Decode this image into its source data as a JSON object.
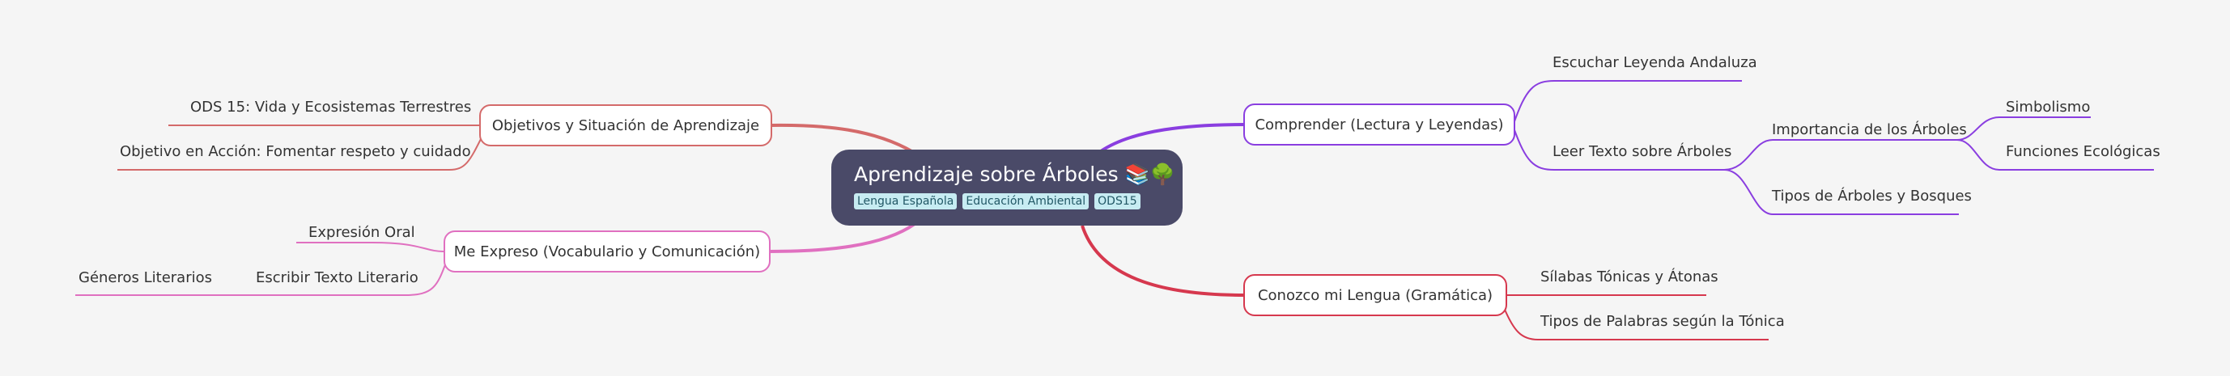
{
  "root": {
    "title": "Aprendizaje sobre Árboles 📚🌳",
    "tags": [
      "Lengua Española",
      "Educación Ambiental",
      "ODS15"
    ]
  },
  "branches": {
    "objetivos": {
      "label": "Objetivos y Situación de Aprendizaje",
      "color": "#d46a6a",
      "children": [
        "ODS 15: Vida y Ecosistemas Terrestres",
        "Objetivo en Acción: Fomentar respeto y cuidado"
      ]
    },
    "expreso": {
      "label": "Me Expreso (Vocabulario y Comunicación)",
      "color": "#e070c0",
      "children": [
        "Expresión Oral",
        "Escribir Texto Literario"
      ],
      "grandchild": "Géneros Literarios"
    },
    "comprender": {
      "label": "Comprender (Lectura y Leyendas)",
      "color": "#8a3ee0",
      "children": [
        "Escuchar Leyenda Andaluza",
        "Leer Texto sobre Árboles"
      ],
      "sub": [
        "Importancia de los Árboles",
        "Tipos de Árboles y Bosques"
      ],
      "subsub": [
        "Simbolismo",
        "Funciones Ecológicas"
      ]
    },
    "conozco": {
      "label": "Conozco mi Lengua (Gramática)",
      "color": "#d6384e",
      "children": [
        "Sílabas Tónicas y Átonas",
        "Tipos de Palabras según la Tónica"
      ]
    }
  }
}
